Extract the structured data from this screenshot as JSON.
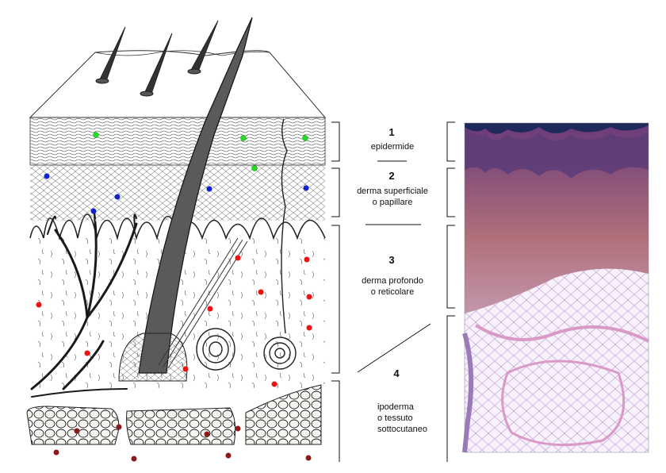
{
  "layers": [
    {
      "number": "1",
      "label_lines": [
        "epidermide"
      ]
    },
    {
      "number": "2",
      "label_lines": [
        "derma superficiale",
        "o papillare"
      ]
    },
    {
      "number": "3",
      "label_lines": [
        "derma profondo",
        "o reticolare"
      ]
    },
    {
      "number": "4",
      "label_lines": [
        "ipoderma",
        "o tessuto",
        "sottocutaneo"
      ]
    }
  ],
  "colors": {
    "marker_epidermis": "#22dd22",
    "marker_papillary": "#1122cc",
    "marker_reticular": "#ee1111",
    "marker_hypodermis": "#8b1a1a",
    "ink": "#222222",
    "histo_epidermis": "#1f2a5a",
    "histo_dermis": "#8a4a7a",
    "histo_fat": "#f4eef8"
  }
}
